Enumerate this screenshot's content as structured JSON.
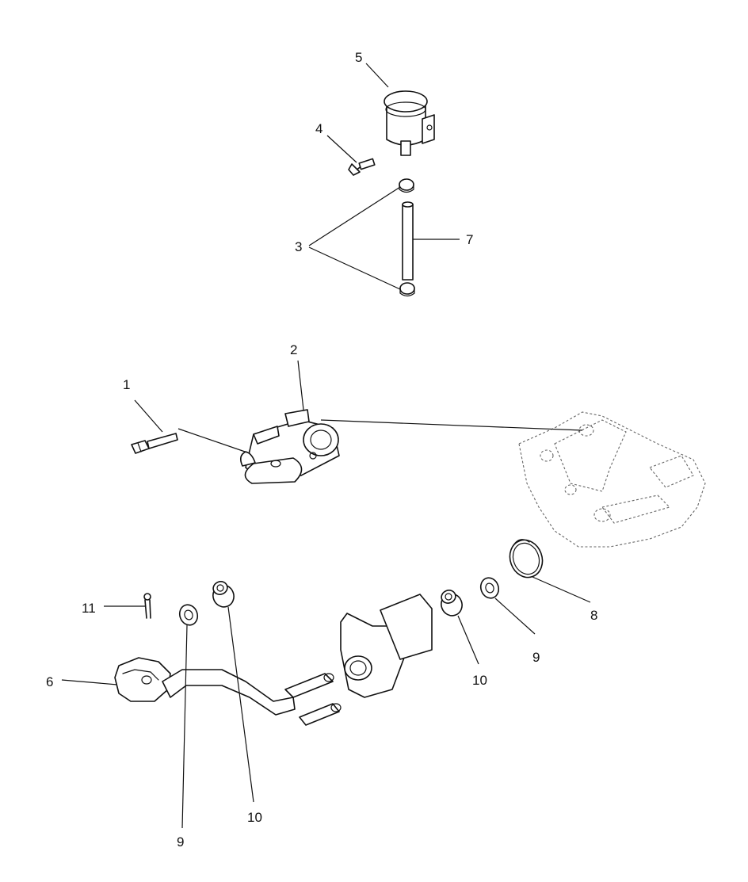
{
  "callouts": {
    "c1": "1",
    "c2": "2",
    "c3": "3",
    "c4": "4",
    "c5": "5",
    "c6": "6",
    "c7": "7",
    "c8": "8",
    "c9a": "9",
    "c9b": "9",
    "c10a": "10",
    "c10b": "10",
    "c11": "11"
  }
}
